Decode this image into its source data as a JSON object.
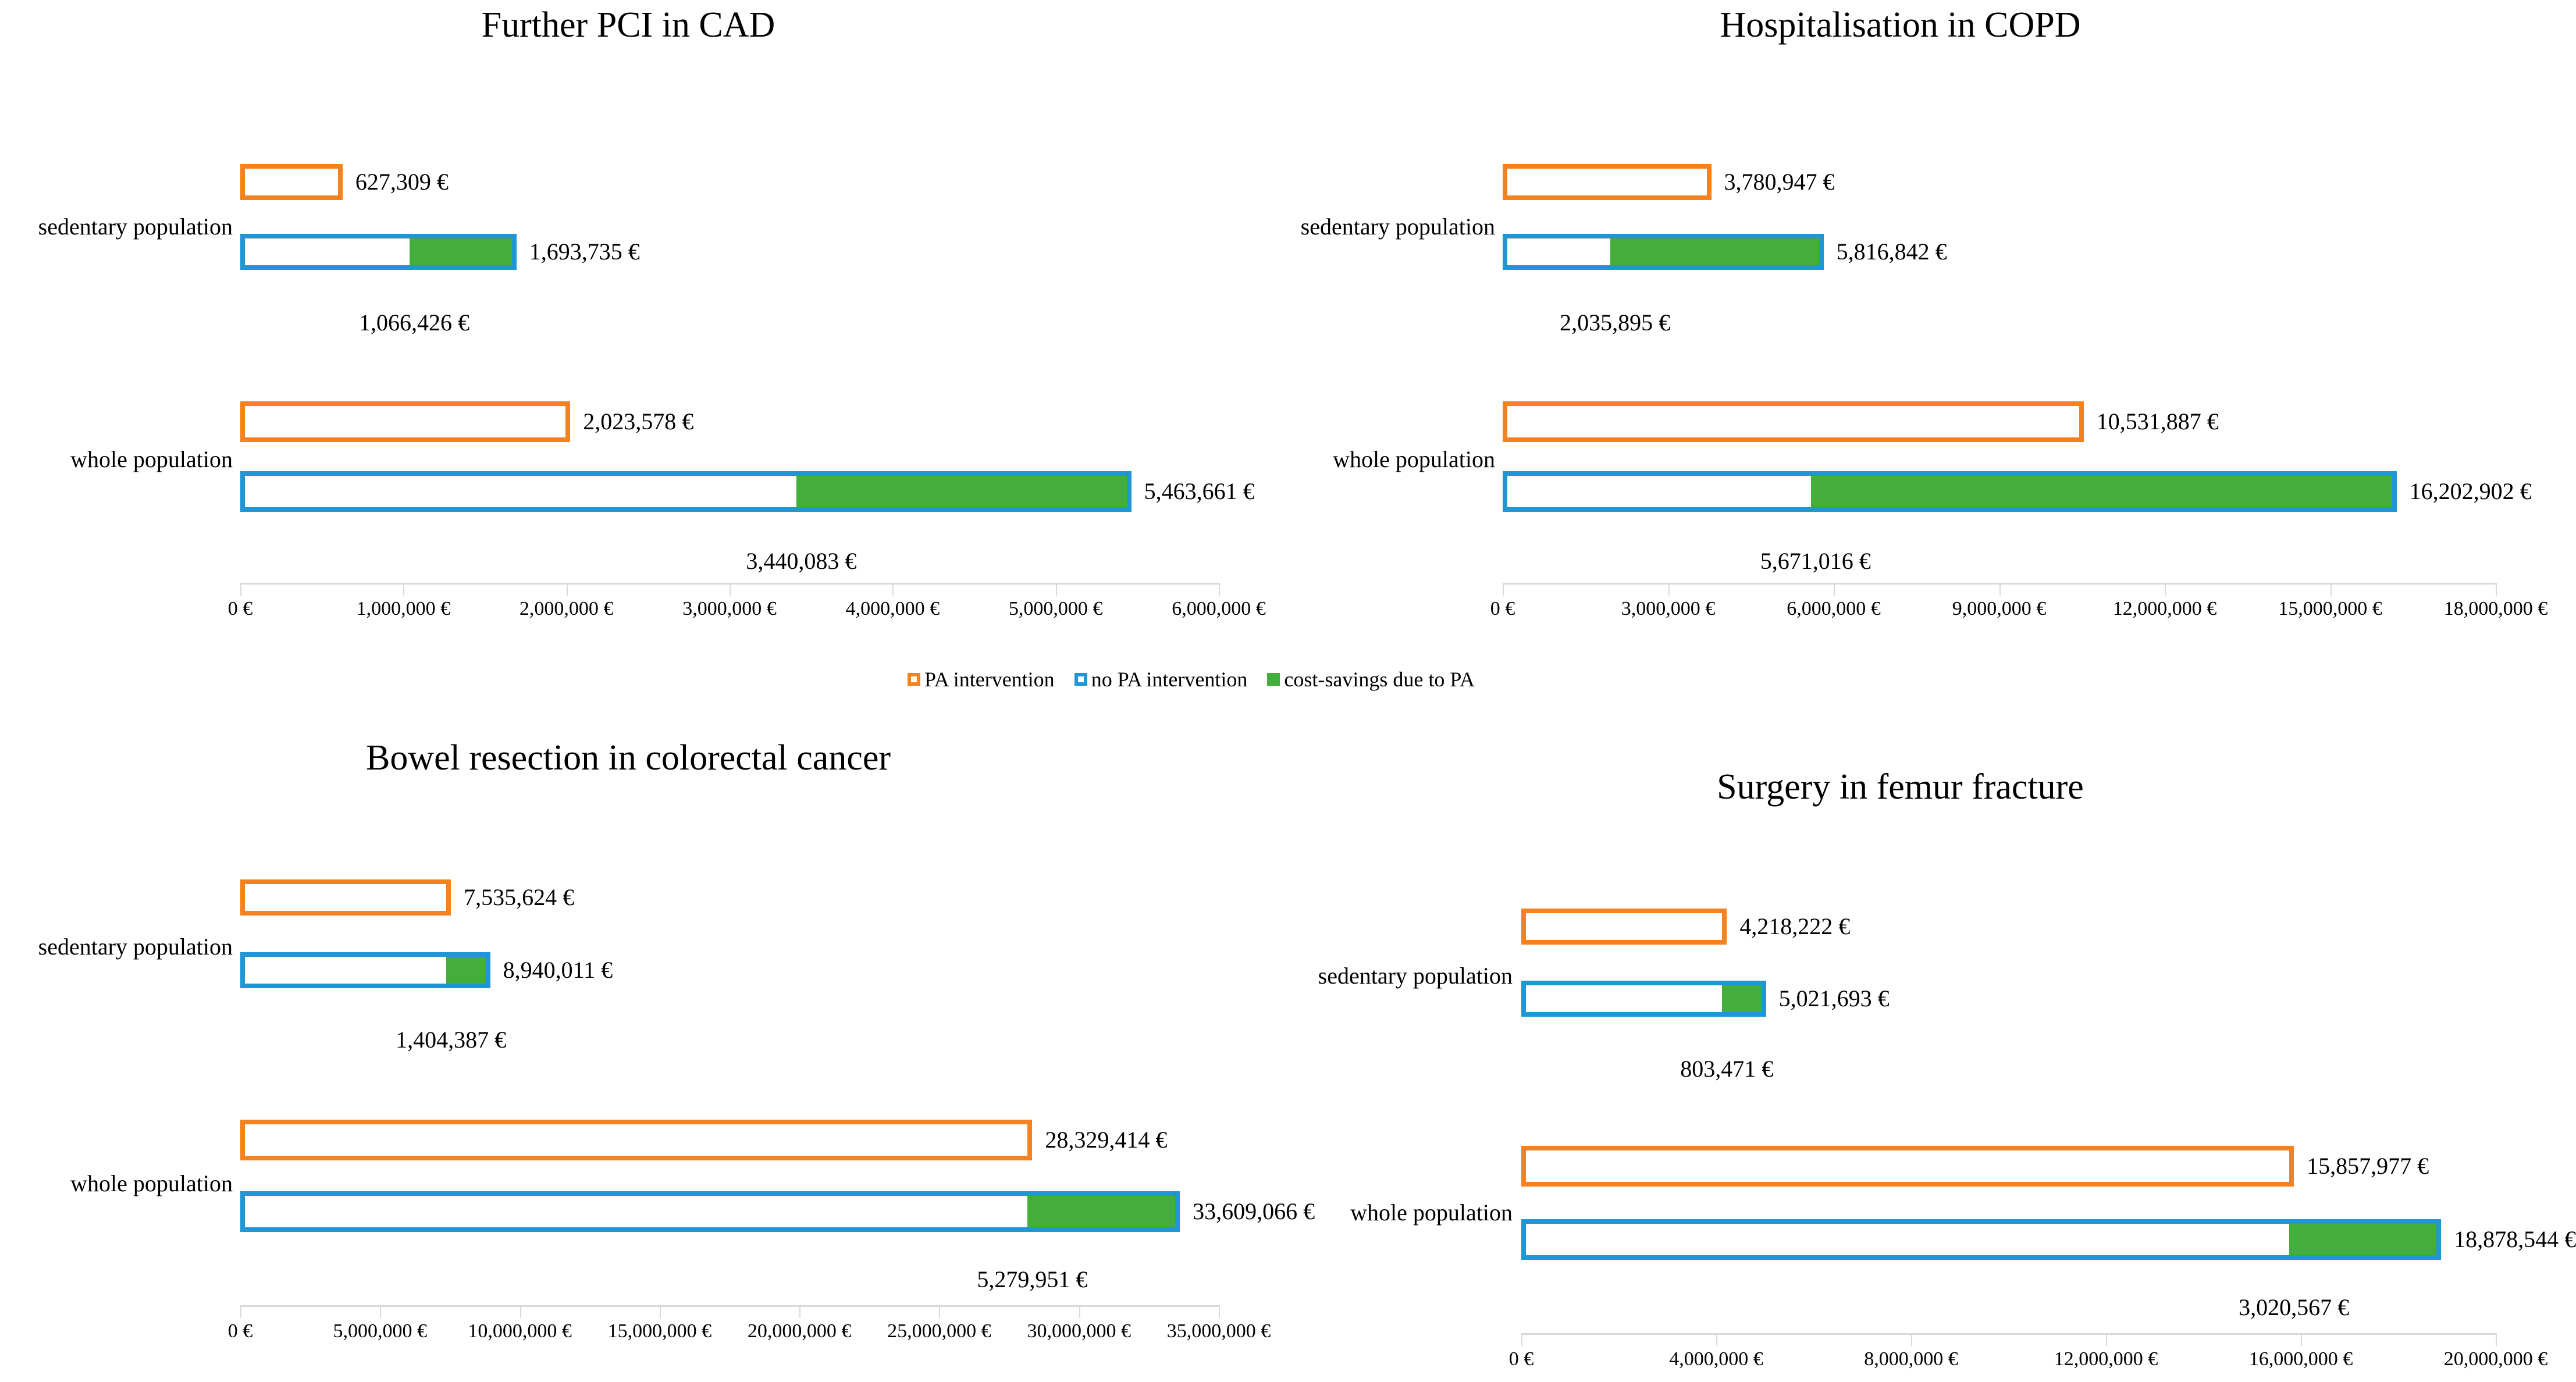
{
  "colors": {
    "pa_intervention": "#F5821F",
    "no_pa_intervention": "#2196D4",
    "cost_savings": "#43AF3A",
    "axis": "#D9D9D9",
    "text": "#000000",
    "background": "#FFFFFF"
  },
  "legend": {
    "items": [
      {
        "label": "PA intervention",
        "swatch": "orange-outline-swatch"
      },
      {
        "label": "no PA intervention",
        "swatch": "blue-outline-swatch"
      },
      {
        "label": "cost-savings due to PA",
        "swatch": "green-solid-swatch"
      }
    ]
  },
  "chart_data": [
    {
      "type": "bar",
      "orientation": "horizontal",
      "title": "Further PCI in CAD",
      "xlabel": "",
      "ylabel": "",
      "xlim": [
        0,
        6000000
      ],
      "xticks": [
        0,
        1000000,
        2000000,
        3000000,
        4000000,
        5000000,
        6000000
      ],
      "xticklabels": [
        "0 €",
        "1,000,000 €",
        "2,000,000 €",
        "3,000,000 €",
        "4,000,000 €",
        "5,000,000 €",
        "6,000,000 €"
      ],
      "grid": false,
      "legend_position": "bottom-shared",
      "categories": [
        "sedentary population",
        "whole population"
      ],
      "series": [
        {
          "name": "PA intervention",
          "values": [
            627309,
            2023578
          ],
          "labels": [
            "627,309 €",
            "2,023,578 €"
          ]
        },
        {
          "name": "no PA intervention",
          "values": [
            1066426,
            3440083
          ],
          "labels": [
            "1,066,426 €",
            "3,440,083 €"
          ]
        },
        {
          "name": "cost-savings due to PA",
          "values": [
            627309,
            2023578
          ],
          "labels": [
            "",
            ""
          ]
        }
      ],
      "totals": [
        1693735,
        5463661
      ],
      "total_labels": [
        "1,693,735 €",
        "5,463,661 €"
      ]
    },
    {
      "type": "bar",
      "orientation": "horizontal",
      "title": "Hospitalisation in COPD",
      "xlabel": "",
      "ylabel": "",
      "xlim": [
        0,
        18000000
      ],
      "xticks": [
        0,
        3000000,
        6000000,
        9000000,
        12000000,
        15000000,
        18000000
      ],
      "xticklabels": [
        "0 €",
        "3,000,000 €",
        "6,000,000 €",
        "9,000,000 €",
        "12,000,000 €",
        "15,000,000 €",
        "18,000,000 €"
      ],
      "grid": false,
      "legend_position": "bottom-shared",
      "categories": [
        "sedentary population",
        "whole population"
      ],
      "series": [
        {
          "name": "PA intervention",
          "values": [
            3780947,
            10531887
          ],
          "labels": [
            "3,780,947 €",
            "10,531,887 €"
          ]
        },
        {
          "name": "no PA intervention",
          "values": [
            2035895,
            5671016
          ],
          "labels": [
            "2,035,895 €",
            "5,671,016 €"
          ]
        },
        {
          "name": "cost-savings due to PA",
          "values": [
            3780947,
            10531886
          ],
          "labels": [
            "",
            ""
          ]
        }
      ],
      "totals": [
        5816842,
        16202902
      ],
      "total_labels": [
        "5,816,842 €",
        "16,202,902 €"
      ]
    },
    {
      "type": "bar",
      "orientation": "horizontal",
      "title": "Bowel resection in colorectal cancer",
      "xlabel": "",
      "ylabel": "",
      "xlim": [
        0,
        35000000
      ],
      "xticks": [
        0,
        5000000,
        10000000,
        15000000,
        20000000,
        25000000,
        30000000,
        35000000
      ],
      "xticklabels": [
        "0 €",
        "5,000,000 €",
        "10,000,000 €",
        "15,000,000 €",
        "20,000,000 €",
        "25,000,000 €",
        "30,000,000 €",
        "35,000,000 €"
      ],
      "grid": false,
      "legend_position": "bottom-shared",
      "categories": [
        "sedentary population",
        "whole population"
      ],
      "series": [
        {
          "name": "PA intervention",
          "values": [
            7535624,
            28329414
          ],
          "labels": [
            "7,535,624 €",
            "28,329,414 €"
          ]
        },
        {
          "name": "no PA intervention",
          "values": [
            7535624,
            28329115
          ],
          "labels": [
            "1,404,387 €",
            "5,279,951 €"
          ]
        },
        {
          "name": "cost-savings due to PA",
          "values": [
            1404387,
            5279951
          ],
          "labels": [
            "",
            ""
          ]
        }
      ],
      "totals": [
        8940011,
        33609066
      ],
      "total_labels": [
        "8,940,011 €",
        "33,609,066 €"
      ]
    },
    {
      "type": "bar",
      "orientation": "horizontal",
      "title": "Surgery in femur fracture",
      "xlabel": "",
      "ylabel": "",
      "xlim": [
        0,
        20000000
      ],
      "xticks": [
        0,
        4000000,
        8000000,
        12000000,
        16000000,
        20000000
      ],
      "xticklabels": [
        "0 €",
        "4,000,000 €",
        "8,000,000 €",
        "12,000,000 €",
        "16,000,000 €",
        "20,000,000 €"
      ],
      "grid": false,
      "legend_position": "bottom-shared",
      "categories": [
        "sedentary population",
        "whole population"
      ],
      "series": [
        {
          "name": "PA intervention",
          "values": [
            4218222,
            15857977
          ],
          "labels": [
            "4,218,222 €",
            "15,857,977 €"
          ]
        },
        {
          "name": "no PA intervention",
          "values": [
            4218222,
            15857977
          ],
          "labels": [
            "803,471 €",
            "3,020,567 €"
          ]
        },
        {
          "name": "cost-savings due to PA",
          "values": [
            803471,
            3020567
          ],
          "labels": [
            "",
            ""
          ]
        }
      ],
      "totals": [
        5021693,
        18878544
      ],
      "total_labels": [
        "5,021,693 €",
        "18,878,544 €"
      ]
    }
  ]
}
